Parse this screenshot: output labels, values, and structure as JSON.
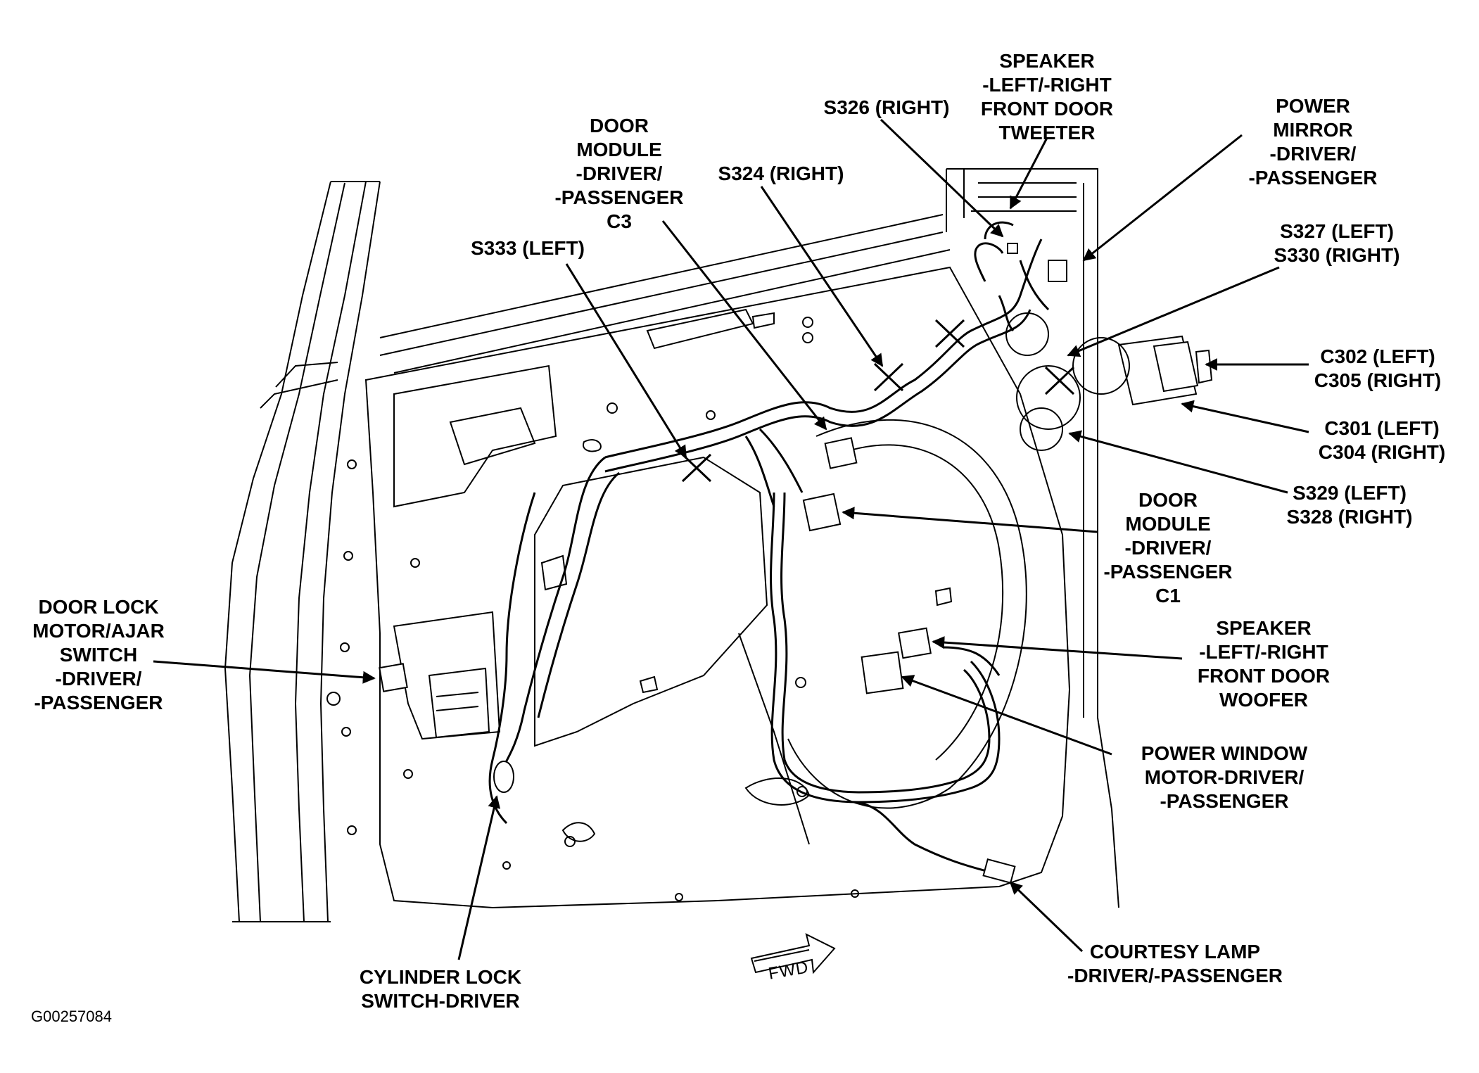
{
  "figure_id": "G00257084",
  "fwd_label": "FWD",
  "labels": {
    "speaker_tweeter": [
      "SPEAKER",
      "-LEFT/-RIGHT",
      "FRONT DOOR",
      "TWEETER"
    ],
    "s326": [
      "S326 (RIGHT)"
    ],
    "power_mirror": [
      "POWER",
      "MIRROR",
      "-DRIVER/",
      "-PASSENGER"
    ],
    "door_module_c3": [
      "DOOR",
      "MODULE",
      "-DRIVER/",
      "-PASSENGER",
      "C3"
    ],
    "s324": [
      "S324 (RIGHT)"
    ],
    "s333": [
      "S333 (LEFT)"
    ],
    "s327_s330": [
      "S327 (LEFT)",
      "S330 (RIGHT)"
    ],
    "c302_c305": [
      "C302 (LEFT)",
      "C305 (RIGHT)"
    ],
    "c301_c304": [
      "C301 (LEFT)",
      "C304 (RIGHT)"
    ],
    "s329_s328": [
      "S329 (LEFT)",
      "S328 (RIGHT)"
    ],
    "door_module_c1": [
      "DOOR",
      "MODULE",
      "-DRIVER/",
      "-PASSENGER",
      "C1"
    ],
    "door_lock_motor": [
      "DOOR LOCK",
      "MOTOR/AJAR",
      "SWITCH",
      "-DRIVER/",
      "-PASSENGER"
    ],
    "speaker_woofer": [
      "SPEAKER",
      "-LEFT/-RIGHT",
      "FRONT DOOR",
      "WOOFER"
    ],
    "power_window": [
      "POWER WINDOW",
      "MOTOR-DRIVER/",
      "-PASSENGER"
    ],
    "cylinder_lock": [
      "CYLINDER LOCK",
      "SWITCH-DRIVER"
    ],
    "courtesy_lamp": [
      "COURTESY LAMP",
      "-DRIVER/-PASSENGER"
    ]
  }
}
